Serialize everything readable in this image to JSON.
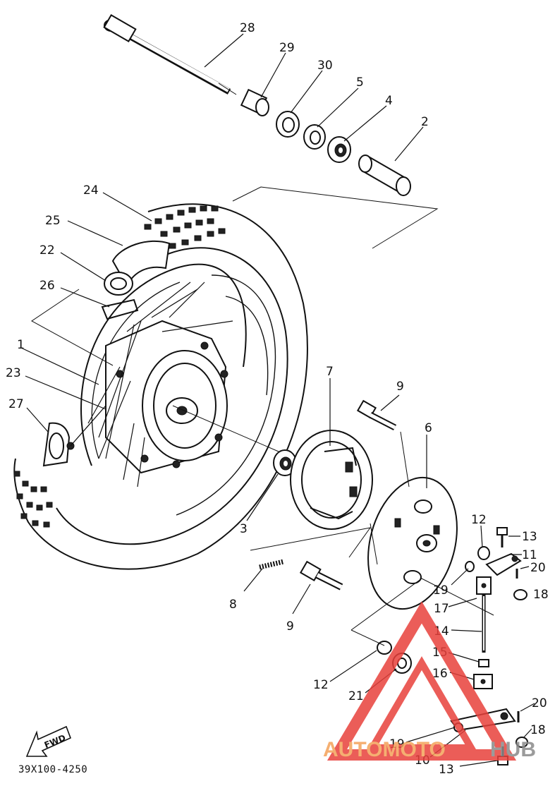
{
  "labels": {
    "p1": "1",
    "p2": "2",
    "p3": "3",
    "p4": "4",
    "p5": "5",
    "p6": "6",
    "p7": "7",
    "p8": "8",
    "p9a": "9",
    "p9b": "9",
    "p10": "10",
    "p11": "11",
    "p12a": "12",
    "p12b": "12",
    "p13a": "13",
    "p13b": "13",
    "p14": "14",
    "p15": "15",
    "p16": "16",
    "p17": "17",
    "p18a": "18",
    "p18b": "18",
    "p19a": "19",
    "p19b": "19",
    "p20a": "20",
    "p20b": "20",
    "p21": "21",
    "p22": "22",
    "p23": "23",
    "p24": "24",
    "p25": "25",
    "p26": "26",
    "p27": "27",
    "p28": "28",
    "p29": "29",
    "p30": "30"
  },
  "fwd_arrow": "FWD",
  "part_code": "39X100-4250",
  "watermark": {
    "text_orange": "AUTOMOTO",
    "text_gray": "HUB",
    "color_orange": "#f4a259",
    "color_gray": "#8a8a8a",
    "color_triangle": "#e8413c"
  }
}
